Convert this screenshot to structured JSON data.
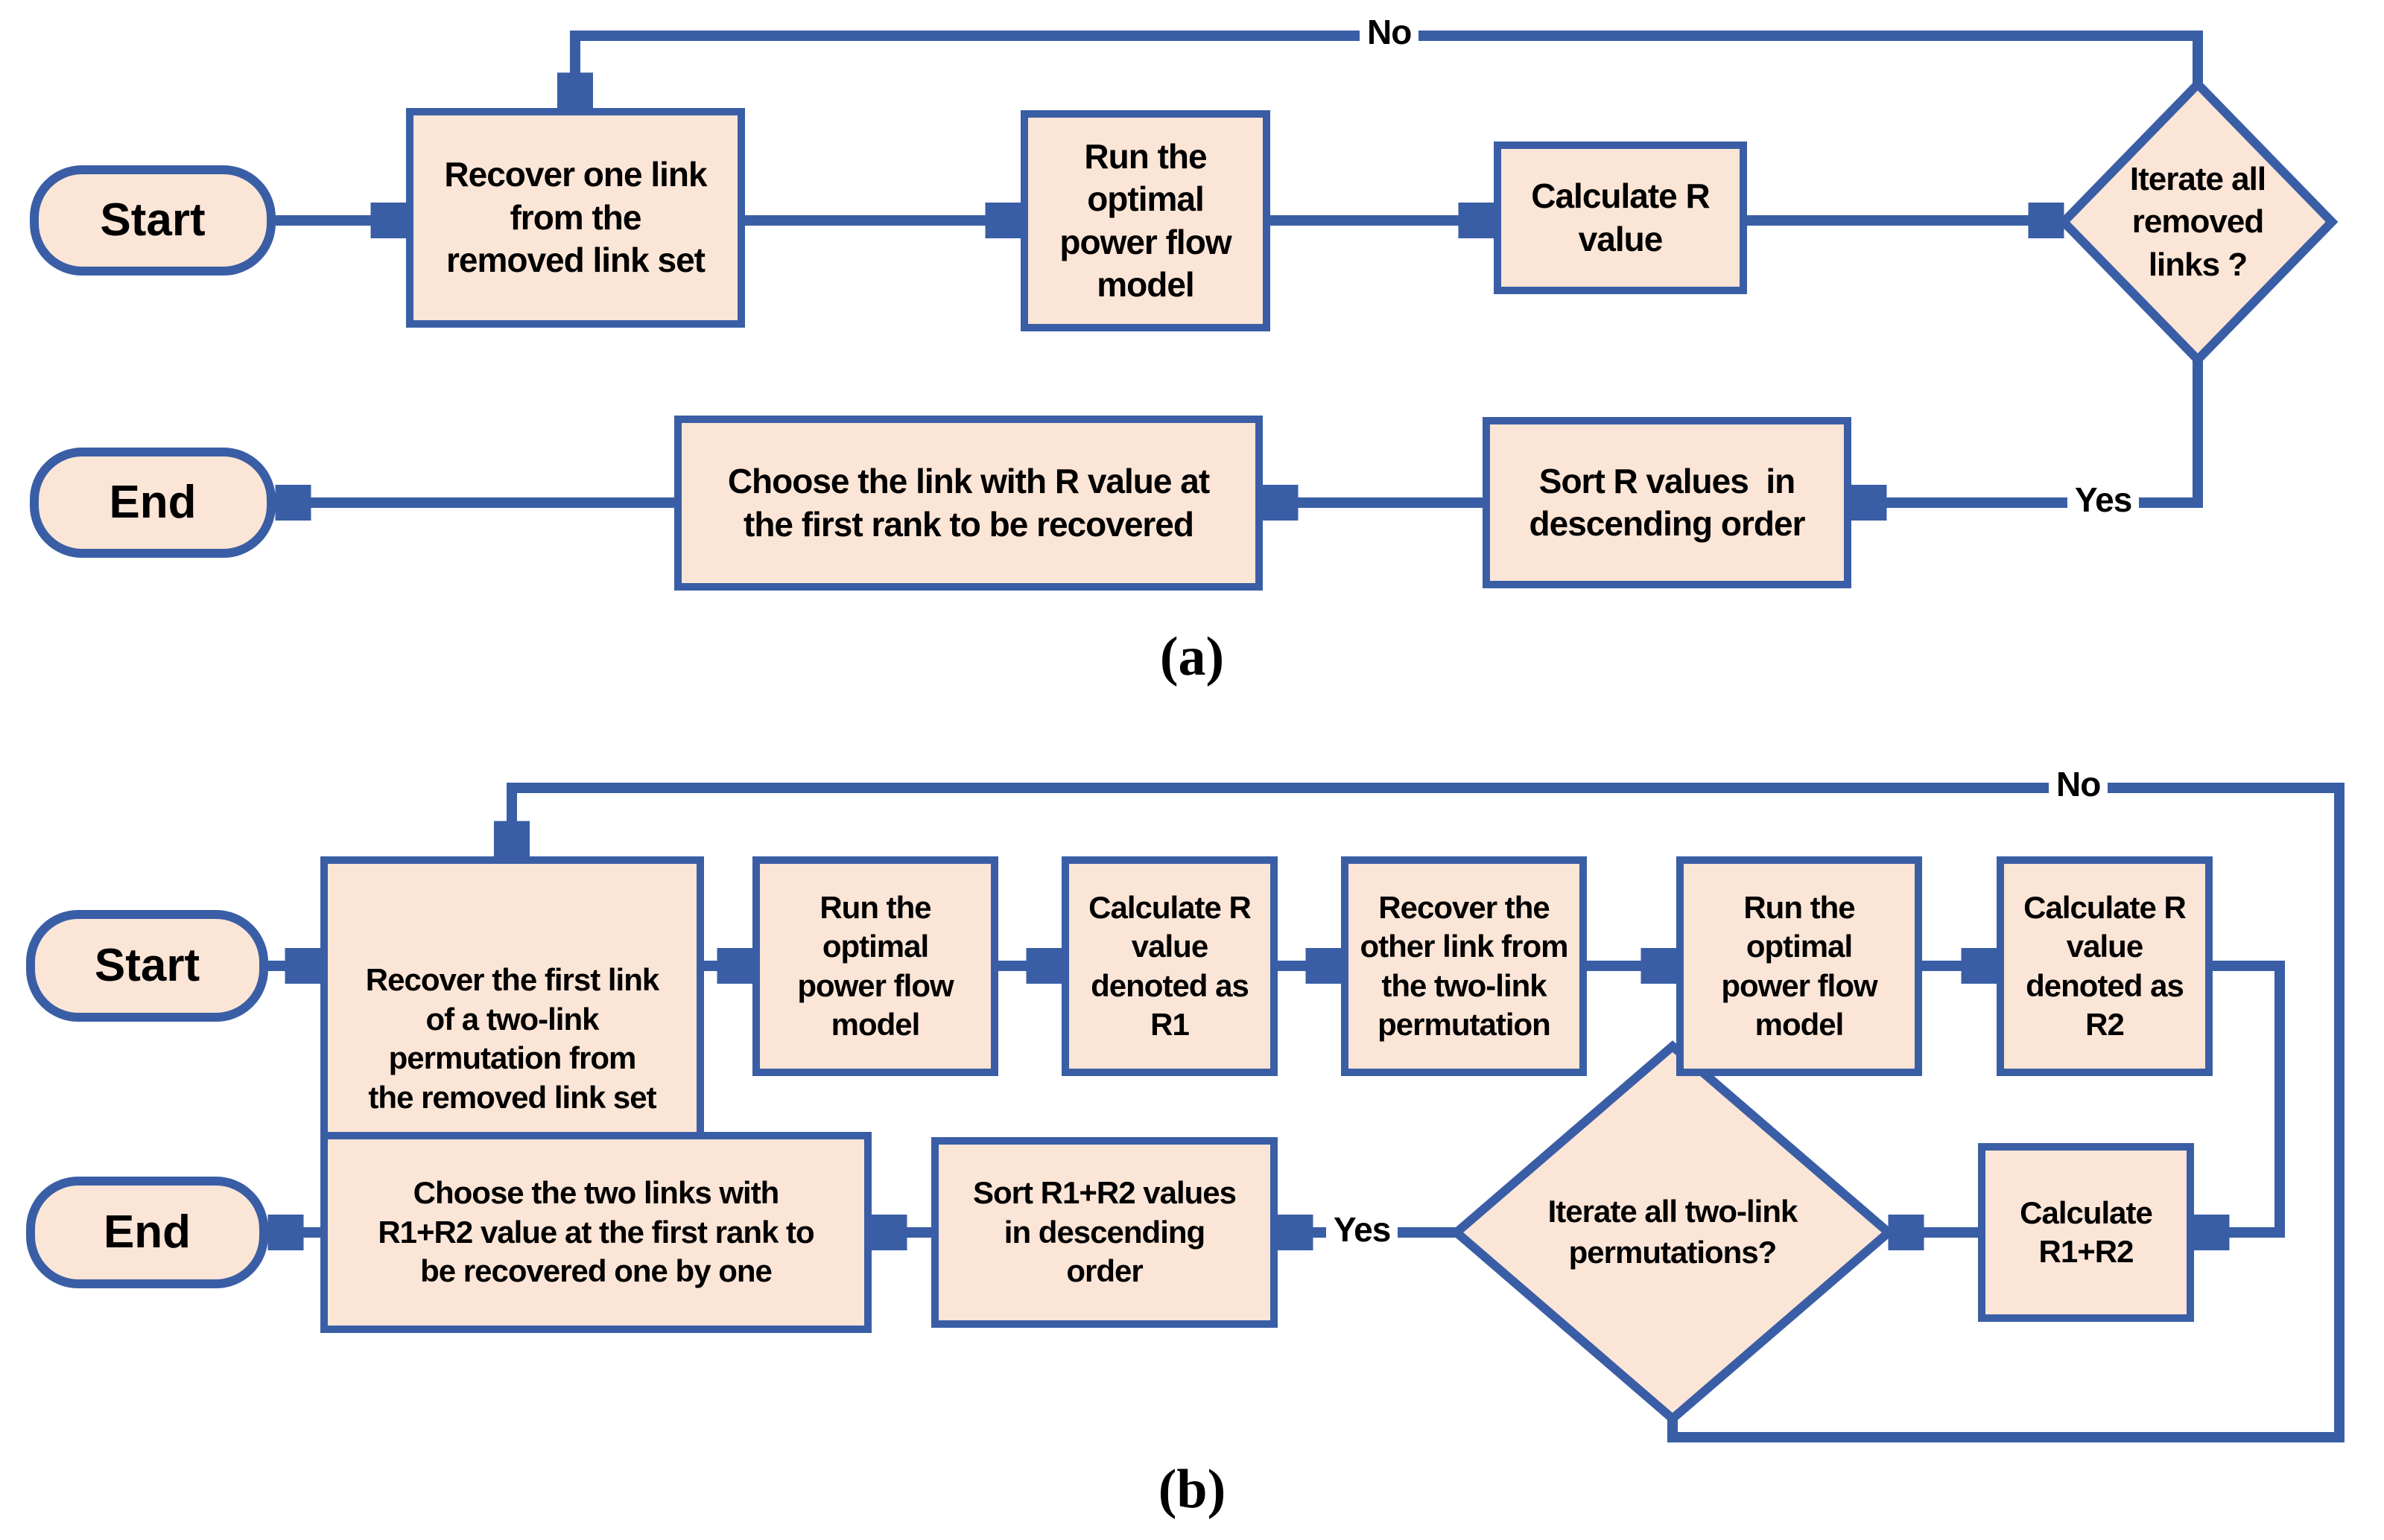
{
  "figure": {
    "colors": {
      "node_fill": "#FBE5D6",
      "node_stroke": "#3A5EA6",
      "connector": "#3A5EA6",
      "text": "#000000"
    },
    "captions": {
      "a": "(a)",
      "b": "(b)"
    },
    "panel_a": {
      "start": "Start",
      "recover": "Recover one link\nfrom the\nremoved link set",
      "run": "Run the\noptimal\npower flow\nmodel",
      "calc": "Calculate R\nvalue",
      "decision": "Iterate all\nremoved\nlinks ?",
      "sort": "Sort R values  in\ndescending order",
      "choose": "Choose the link with R value at\nthe first rank to be recovered",
      "end": "End",
      "label_no": "No",
      "label_yes": "Yes"
    },
    "panel_b": {
      "start": "Start",
      "recover_first": "Recover the first link\nof a two-link\npermutation from\nthe removed link set",
      "run1": "Run the\noptimal\npower flow\nmodel",
      "calc_r1": "Calculate R\nvalue\ndenoted as\nR1",
      "recover_other": "Recover the\nother link from\nthe two-link\npermutation",
      "run2": "Run the\noptimal\npower flow\nmodel",
      "calc_r2": "Calculate R\nvalue\ndenoted as\nR2",
      "calc_sum": "Calculate\nR1+R2",
      "decision": "Iterate all two-link\npermutations?",
      "sort": "Sort R1+R2 values\nin descending\norder",
      "choose": "Choose the two links with\nR1+R2 value at the first rank to\nbe recovered one by one",
      "end": "End",
      "label_no": "No",
      "label_yes": "Yes"
    }
  }
}
